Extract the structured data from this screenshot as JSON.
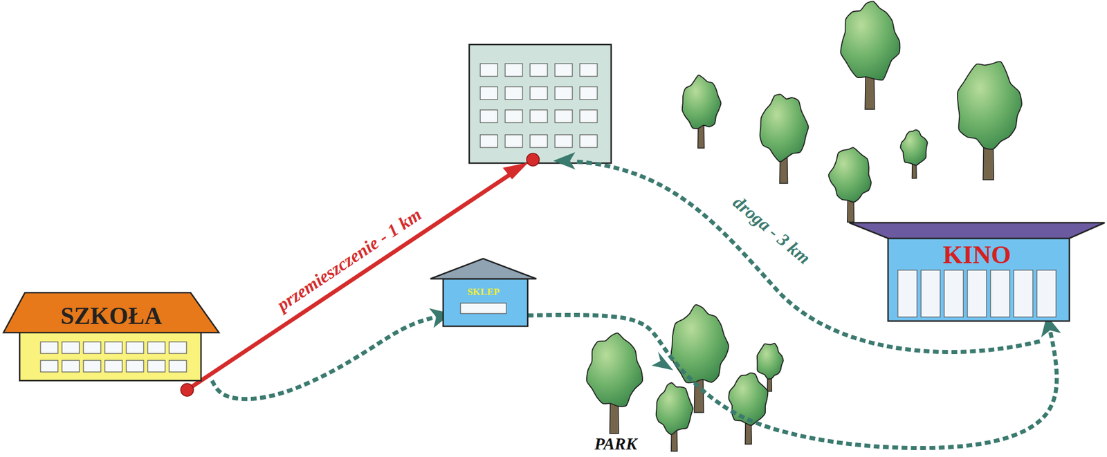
{
  "diagram": {
    "nodes": [
      {
        "text": [
          "SZKOŁA"
        ]
      },
      {
        "text": [
          "SKLEP"
        ]
      },
      {
        "text": [
          "KINO"
        ]
      }
    ],
    "edges": [
      {
        "from": 0,
        "to": 1,
        "arrow": "to"
      },
      {
        "from": 1,
        "to": 2,
        "arrow": "to"
      }
    ],
    "labels": [
      "przemieszczenie - 1 km",
      "droga - 3 km",
      "PARK"
    ]
  }
}
